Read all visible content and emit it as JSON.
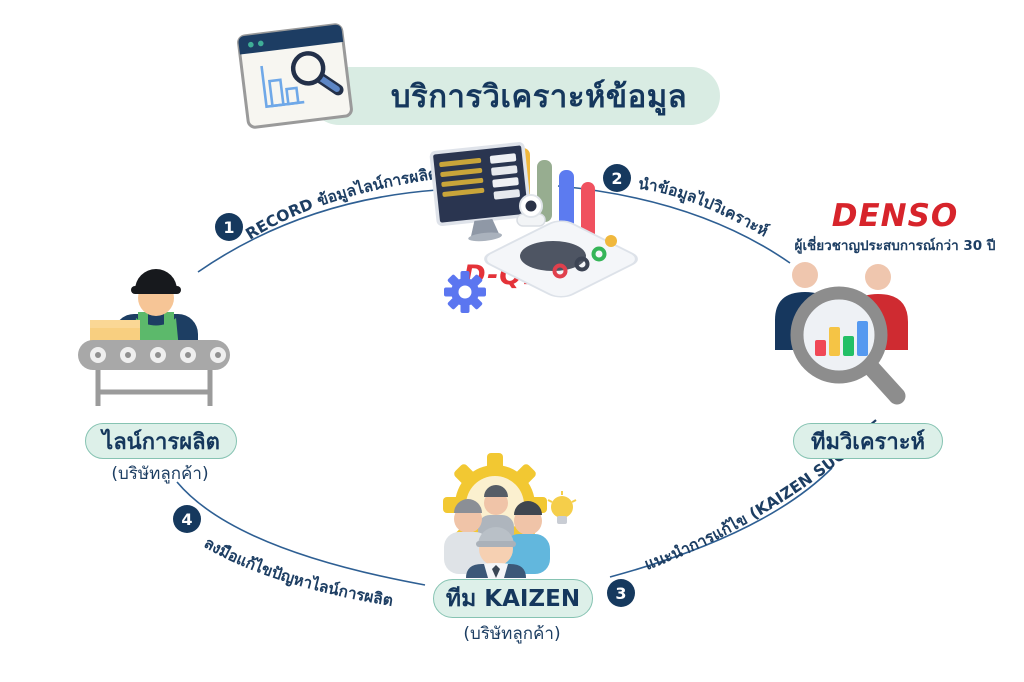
{
  "title": {
    "text": "บริการวิเคราะห์ข้อมูล"
  },
  "center": {
    "product_name": "D-QiTs"
  },
  "steps": [
    {
      "number": "1",
      "label": "RECORD ข้อมูลไลน์การผลิต"
    },
    {
      "number": "2",
      "label": "นำข้อมูลไปวิเคราะห์"
    },
    {
      "number": "3",
      "label": "แนะนำการแก้ไข (KAIZEN SUGGESTION)"
    },
    {
      "number": "4",
      "label": "ลงมือแก้ไขปัญหาไลน์การผลิต"
    }
  ],
  "nodes": {
    "production_line": {
      "label": "ไลน์การผลิต",
      "sublabel": "(บริษัทลูกค้า)"
    },
    "analysis_team": {
      "label": "ทีมวิเคราะห์",
      "company": "DENSO",
      "company_tagline": "ผู้เชี่ยวชาญประสบการณ์กว่า 30 ปี"
    },
    "kaizen_team": {
      "label": "ทีม KAIZEN",
      "sublabel": "(บริษัทลูกค้า)"
    }
  },
  "colors": {
    "navy": "#1d3e63",
    "arc_blue": "#2e5f93",
    "mint_banner": "#d9ece3",
    "pill_bg": "#ddf0e9",
    "pill_border": "#86c3b2",
    "denso_red": "#d7242b",
    "dqits_red": "#e43238"
  }
}
